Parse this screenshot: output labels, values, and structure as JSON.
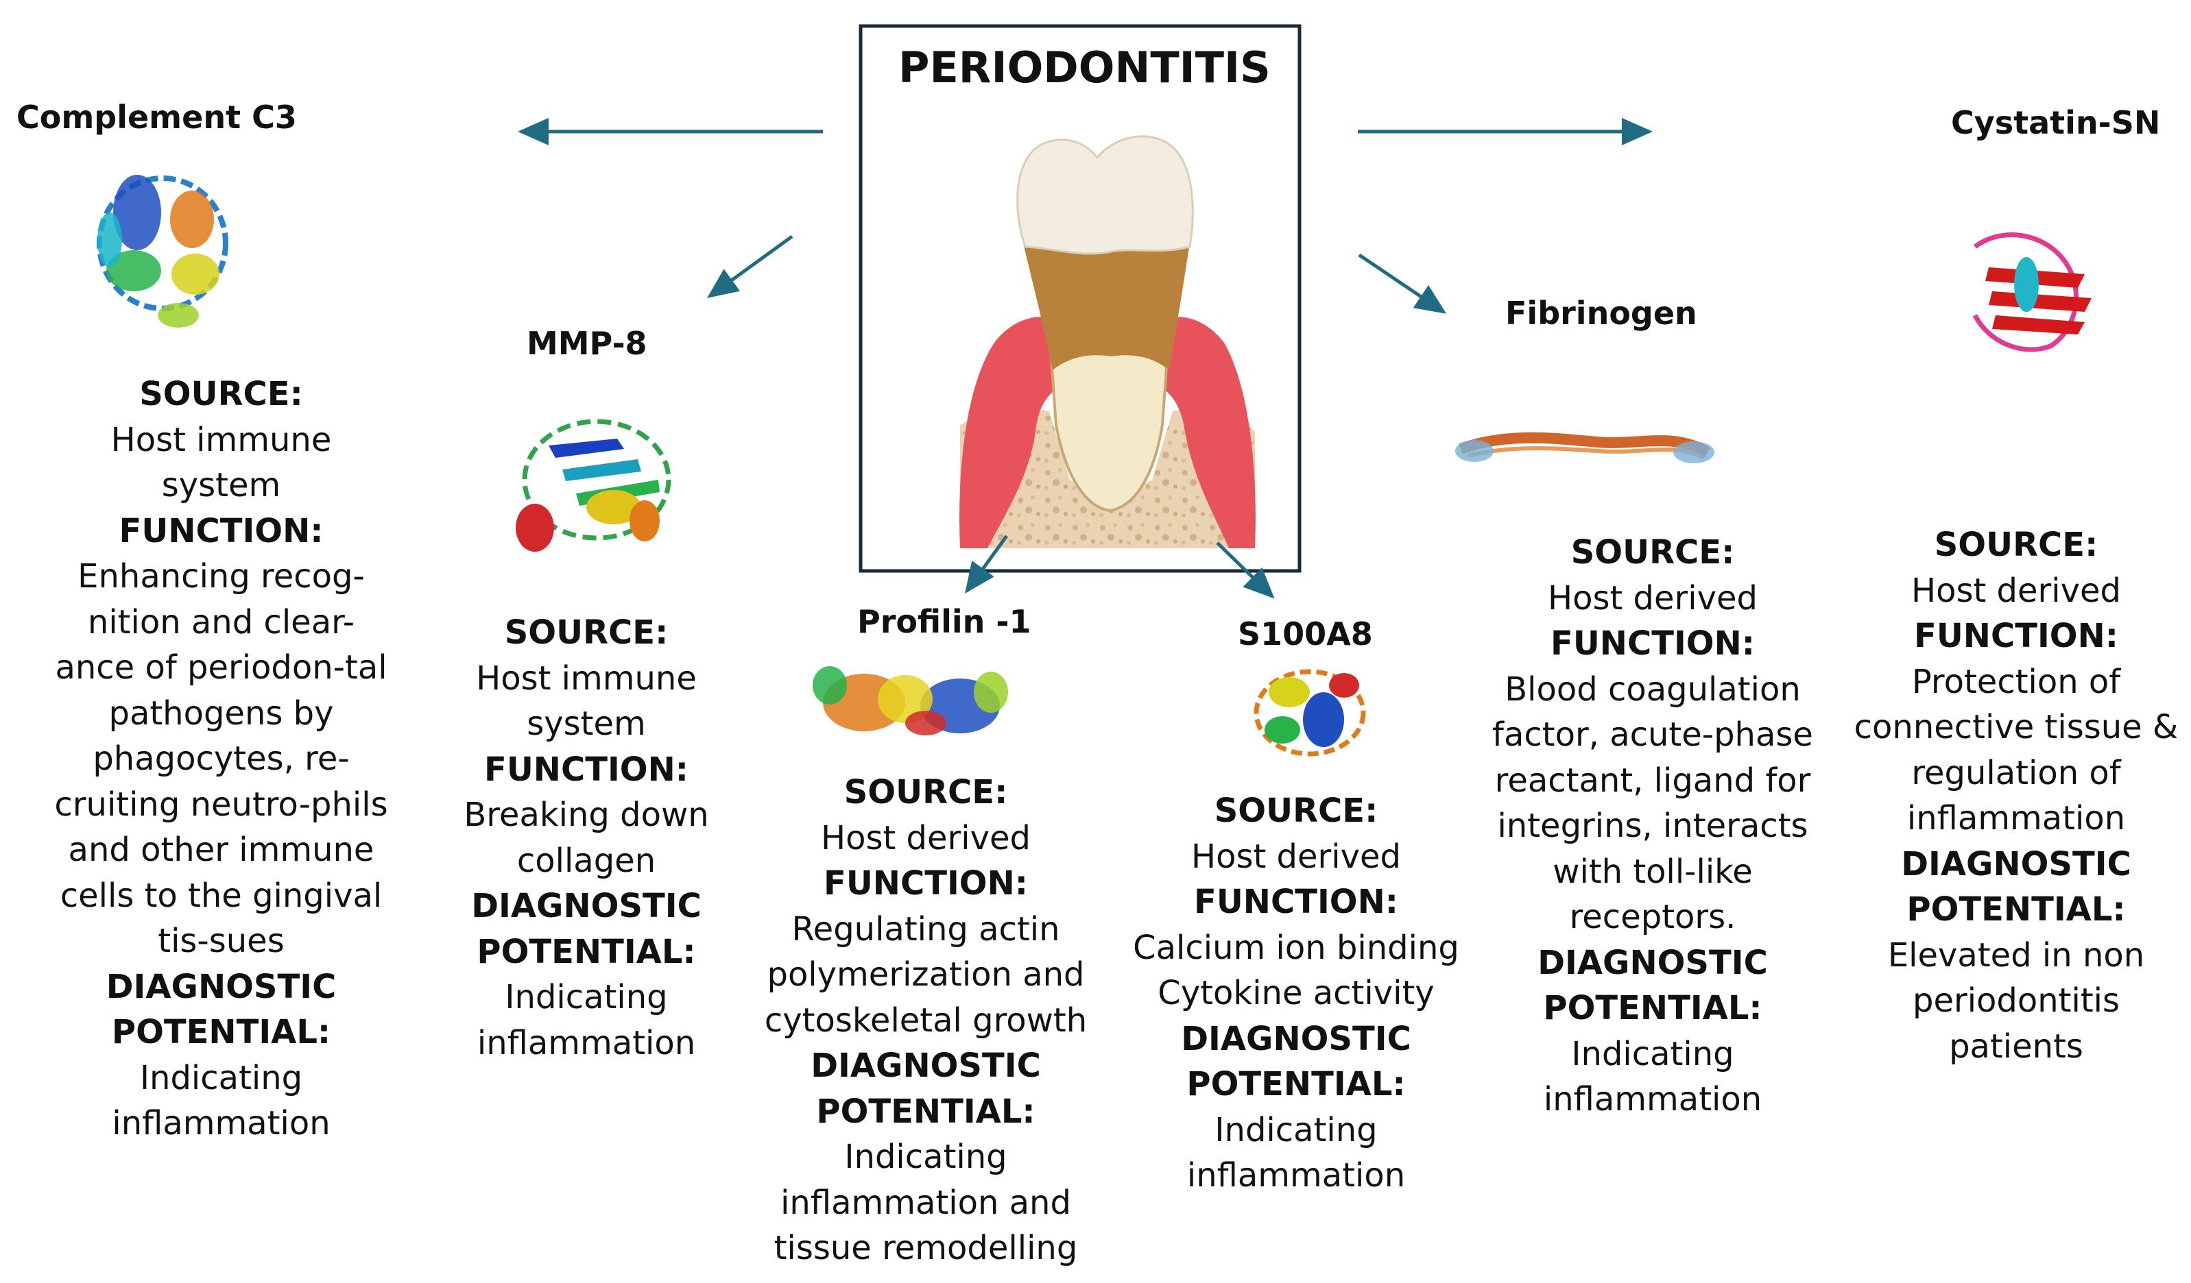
{
  "title": "PERIODONTITIS",
  "section_labels": {
    "source": "SOURCE:",
    "function": "FUNCTION:",
    "diagnostic_line1": "DIAGNOSTIC",
    "diagnostic_line2": "POTENTIAL:"
  },
  "proteins": [
    {
      "id": "c3",
      "name": "Complement C3",
      "source": [
        "Host immune",
        "system"
      ],
      "function": [
        "Enhancing recog-",
        "nition and clear-",
        "ance of periodon-tal",
        "pathogens by",
        "phagocytes, re-",
        "cruiting neutro-phils",
        "and other immune",
        "cells to the gingival",
        "tis-sues"
      ],
      "diagnostic": [
        "Indicating",
        "inflammation"
      ]
    },
    {
      "id": "mmp8",
      "name": "MMP-8",
      "source": [
        "Host immune",
        "system"
      ],
      "function": [
        "Breaking down",
        "collagen"
      ],
      "diagnostic": [
        "Indicating",
        "inflammation"
      ]
    },
    {
      "id": "profilin",
      "name": "Profilin -1",
      "source": [
        "Host derived"
      ],
      "function": [
        "Regulating actin",
        "polymerization and",
        "cytoskeletal growth"
      ],
      "diagnostic": [
        "Indicating",
        "inflammation and",
        "tissue remodelling"
      ]
    },
    {
      "id": "s100a8",
      "name": "S100A8",
      "source": [
        "Host derived"
      ],
      "function": [
        "Calcium ion binding",
        "Cytokine activity"
      ],
      "diagnostic": [
        "Indicating",
        "inflammation"
      ]
    },
    {
      "id": "fibrinogen",
      "name": "Fibrinogen",
      "source": [
        "Host derived"
      ],
      "function": [
        "Blood coagulation",
        "factor, acute-phase",
        "reactant, ligand for",
        "integrins, interacts",
        "with toll-like",
        "receptors."
      ],
      "diagnostic": [
        "Indicating",
        "inflammation"
      ]
    },
    {
      "id": "cystatin",
      "name": "Cystatin-SN",
      "source": [
        "Host derived"
      ],
      "function": [
        "Protection of",
        "connective tissue &",
        "regulation of",
        "inflammation"
      ],
      "diagnostic": [
        "Elevated in non",
        "periodontitis",
        "patients"
      ]
    }
  ],
  "colors": {
    "arrow": "#1f6b84",
    "gum": "#e8525a",
    "bone": "#e9d3b3",
    "tooth_crown": "#f2ede0",
    "calculus": "#b8823c"
  },
  "icons": [
    "tooth-illustration",
    "protein-structure-icon"
  ]
}
